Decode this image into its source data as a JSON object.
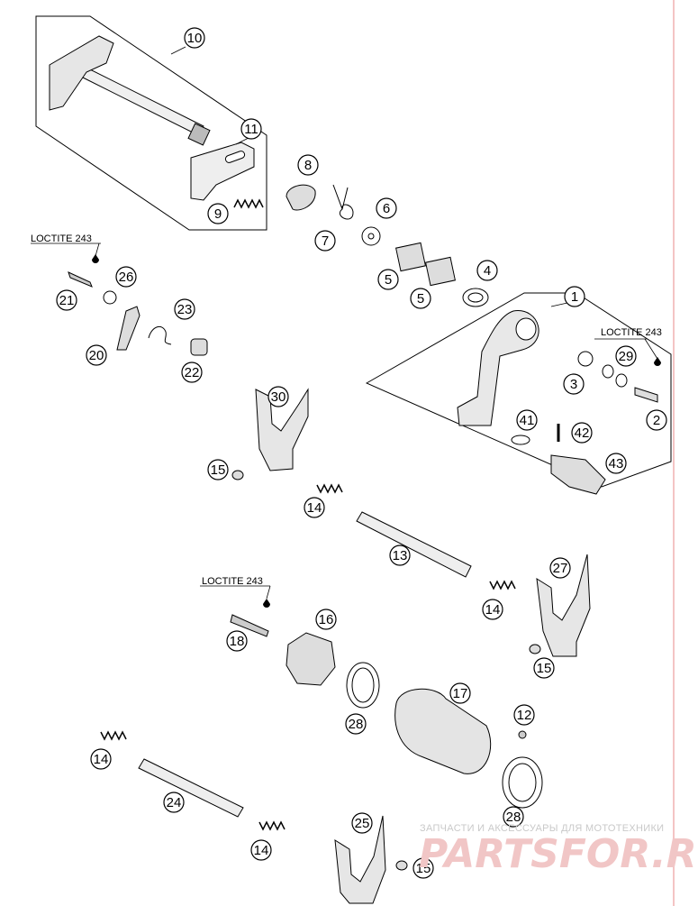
{
  "watermark": {
    "tagline": "ЗАПЧАСТИ И АКСЕССУАРЫ ДЛЯ МОТОТЕХНИКИ",
    "brand": "PARTSFOR.RU",
    "color": "#e79a9a"
  },
  "loctite_labels": [
    "LOCTITE 243",
    "LOCTITE 243",
    "LOCTITE 243"
  ],
  "callouts": [
    "10",
    "11",
    "8",
    "9",
    "6",
    "7",
    "5",
    "5",
    "4",
    "1",
    "LOC",
    "3",
    "29",
    "2",
    "26",
    "21",
    "23",
    "20",
    "22",
    "30",
    "41",
    "42",
    "43",
    "15",
    "14",
    "13",
    "27",
    "14",
    "16",
    "18",
    "15",
    "17",
    "12",
    "28",
    "14",
    "24",
    "28",
    "25",
    "14",
    "15"
  ],
  "callout_values": {
    "c10": "10",
    "c11": "11",
    "c8": "8",
    "c9": "9",
    "c6": "6",
    "c7": "7",
    "c5a": "5",
    "c5b": "5",
    "c4": "4",
    "c1": "1",
    "c3": "3",
    "c29": "29",
    "c2": "2",
    "c26": "26",
    "c21": "21",
    "c23": "23",
    "c20": "20",
    "c22": "22",
    "c30": "30",
    "c41": "41",
    "c42": "42",
    "c43": "43",
    "c15a": "15",
    "c14a": "14",
    "c13": "13",
    "c27": "27",
    "c14b": "14",
    "c16": "16",
    "c18": "18",
    "c15b": "15",
    "c17": "17",
    "c12": "12",
    "c28a": "28",
    "c14c": "14",
    "c24": "24",
    "c28b": "28",
    "c25": "25",
    "c14d": "14",
    "c15c": "15"
  },
  "colors": {
    "line": "#000000",
    "border_right": "#e88a8a"
  }
}
